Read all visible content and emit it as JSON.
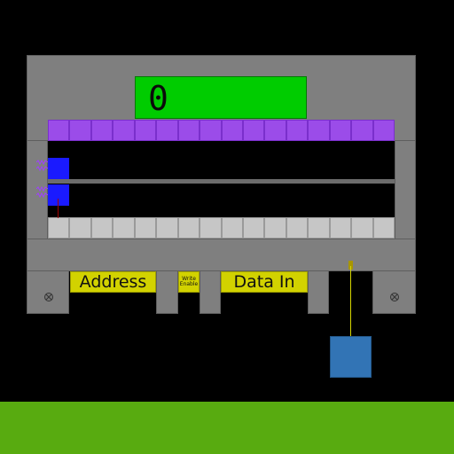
{
  "display": {
    "value": "0"
  },
  "labels": {
    "address": "Address",
    "write_enable": "Write Enable",
    "data_in": "Data In"
  },
  "rows": {
    "purple_cells": 16,
    "gray_cells": 16
  },
  "icons": {
    "left_screw": "screw-icon",
    "right_screw": "screw-icon",
    "springs": "spring-icon"
  },
  "colors": {
    "ground": "#58ab10",
    "display": "#00cc00",
    "purple_bits": "#9b4ce9",
    "gray_bits": "#c6c6c6",
    "blue_block": "#1a1aff",
    "label": "#d2d200",
    "weight_box": "#3274b5"
  }
}
